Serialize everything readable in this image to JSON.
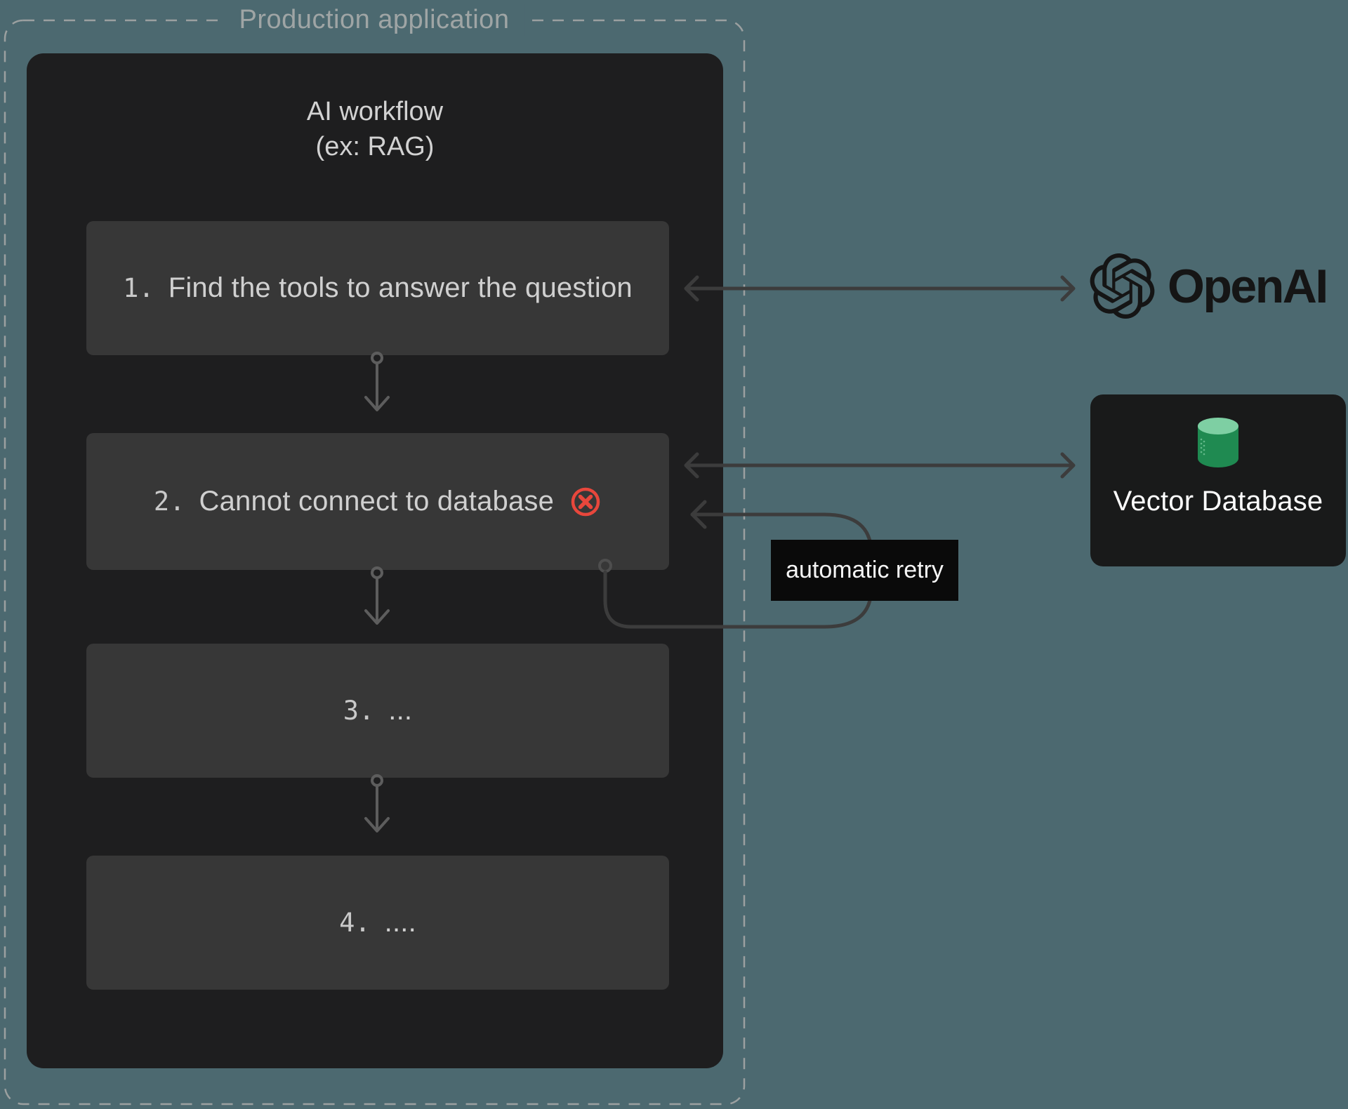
{
  "container": {
    "title": "Production application"
  },
  "workflow": {
    "title_line1": "AI workflow",
    "title_line2": "(ex: RAG)",
    "steps": [
      {
        "number": "1.",
        "label": "Find the tools to answer the question",
        "error": false
      },
      {
        "number": "2.",
        "label": "Cannot connect to database",
        "error": true
      },
      {
        "number": "3.",
        "label": "...",
        "error": false
      },
      {
        "number": "4.",
        "label": "....",
        "error": false
      }
    ]
  },
  "retry": {
    "label": "automatic retry"
  },
  "services": {
    "openai": {
      "name": "OpenAI",
      "icon": "openai-logo-icon"
    },
    "vector_db": {
      "label": "Vector Database",
      "icon": "database-cylinder-icon"
    }
  },
  "icons": [
    "openai-logo-icon",
    "database-cylinder-icon",
    "error-x-icon",
    "flow-down-arrow-icon",
    "bidirectional-arrow-icon",
    "retry-loop-arrow-icon"
  ],
  "colors": {
    "background": "#4c6970",
    "panel_dark": "#1e1e1f",
    "step_box": "#373737",
    "dashed_border": "#9ba0a0",
    "connector_dark": "#3c3c3c",
    "connector_light": "#5d5d5d",
    "error_red": "#e8473c",
    "db_green_top": "#7ecfa3",
    "db_green_body": "#1f8a51",
    "retry_label_bg": "#0a0a0a",
    "logo_ink": "#151515"
  }
}
